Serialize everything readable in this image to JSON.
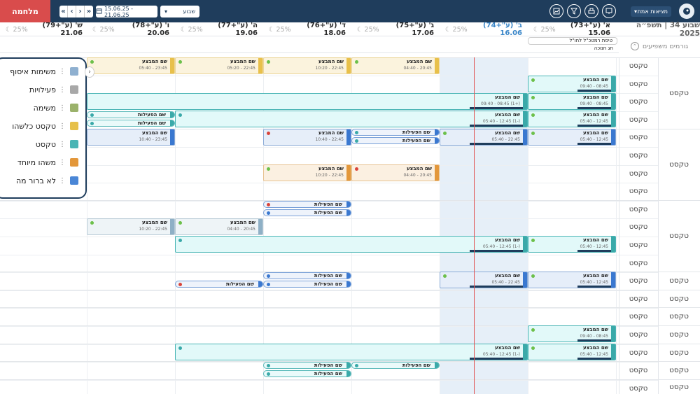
{
  "topbar": {
    "war_button": "מלחמה",
    "nav": [
      "«",
      "‹",
      "›",
      "»"
    ],
    "date_range": "15.06.25 - 21.06.25",
    "view_select": "שבוע",
    "reality_select": "מציאות אמת"
  },
  "header": {
    "week_label": "שבוע 34 | תשפ״ה 2025",
    "factors_label": "גורמים משפיעים",
    "days": [
      {
        "label": "א' (ע\"+73) 15.06",
        "pct": "25%"
      },
      {
        "label": "ב' (ע\"+74) 16.06",
        "pct": "25%",
        "today": true
      },
      {
        "label": "ג' (ע\"+75) 17.06",
        "pct": "25%"
      },
      {
        "label": "ד' (ע\"+76) 18.06",
        "pct": "25%"
      },
      {
        "label": "ה' (ע\"+77) 19.06",
        "pct": "25%"
      },
      {
        "label": "ו' (ע\"+78) 20.06",
        "pct": "25%"
      },
      {
        "label": "ש' (ע\"+79) 21.06",
        "pct": "25%"
      }
    ],
    "notes": [
      "טיסת רמטכ\"ל לחו\"ל",
      "חג חנוכה"
    ]
  },
  "rows": {
    "sub_label": "טקסט",
    "group_label": "טקסט"
  },
  "event": {
    "name": "שם המבצע",
    "activity": "שם הפעילות",
    "times": {
      "a": "05:40 - 23:45",
      "b": "05:20 - 22:45",
      "c": "10:20 - 22:45",
      "d": "04:40 - 20:45",
      "e": "09:40 - 08:45",
      "f": "09:40 - 08:45 (1+)",
      "g": "05:40 - 12:45 (1-)",
      "h": "05:40 - 12:45",
      "i": "10:40 - 23:45",
      "j": "10:40 - 22:45",
      "k": "05:40 - 22:45",
      "l": "10:20 - 22:45",
      "m": "04:40 - 20:45"
    }
  },
  "legend": {
    "items": [
      {
        "label": "משימות איסוף",
        "color": "#8fb0d0"
      },
      {
        "label": "פעילויות",
        "color": "#a8a8a8"
      },
      {
        "label": "משימה",
        "color": "#9bb26b"
      },
      {
        "label": "טקסט כלשהו",
        "color": "#e6c04a"
      },
      {
        "label": "טקסט",
        "color": "#4ab5b5"
      },
      {
        "label": "משהו מיוחד",
        "color": "#e3973a"
      },
      {
        "label": "לא ברור מה",
        "color": "#4a86d6"
      }
    ]
  }
}
